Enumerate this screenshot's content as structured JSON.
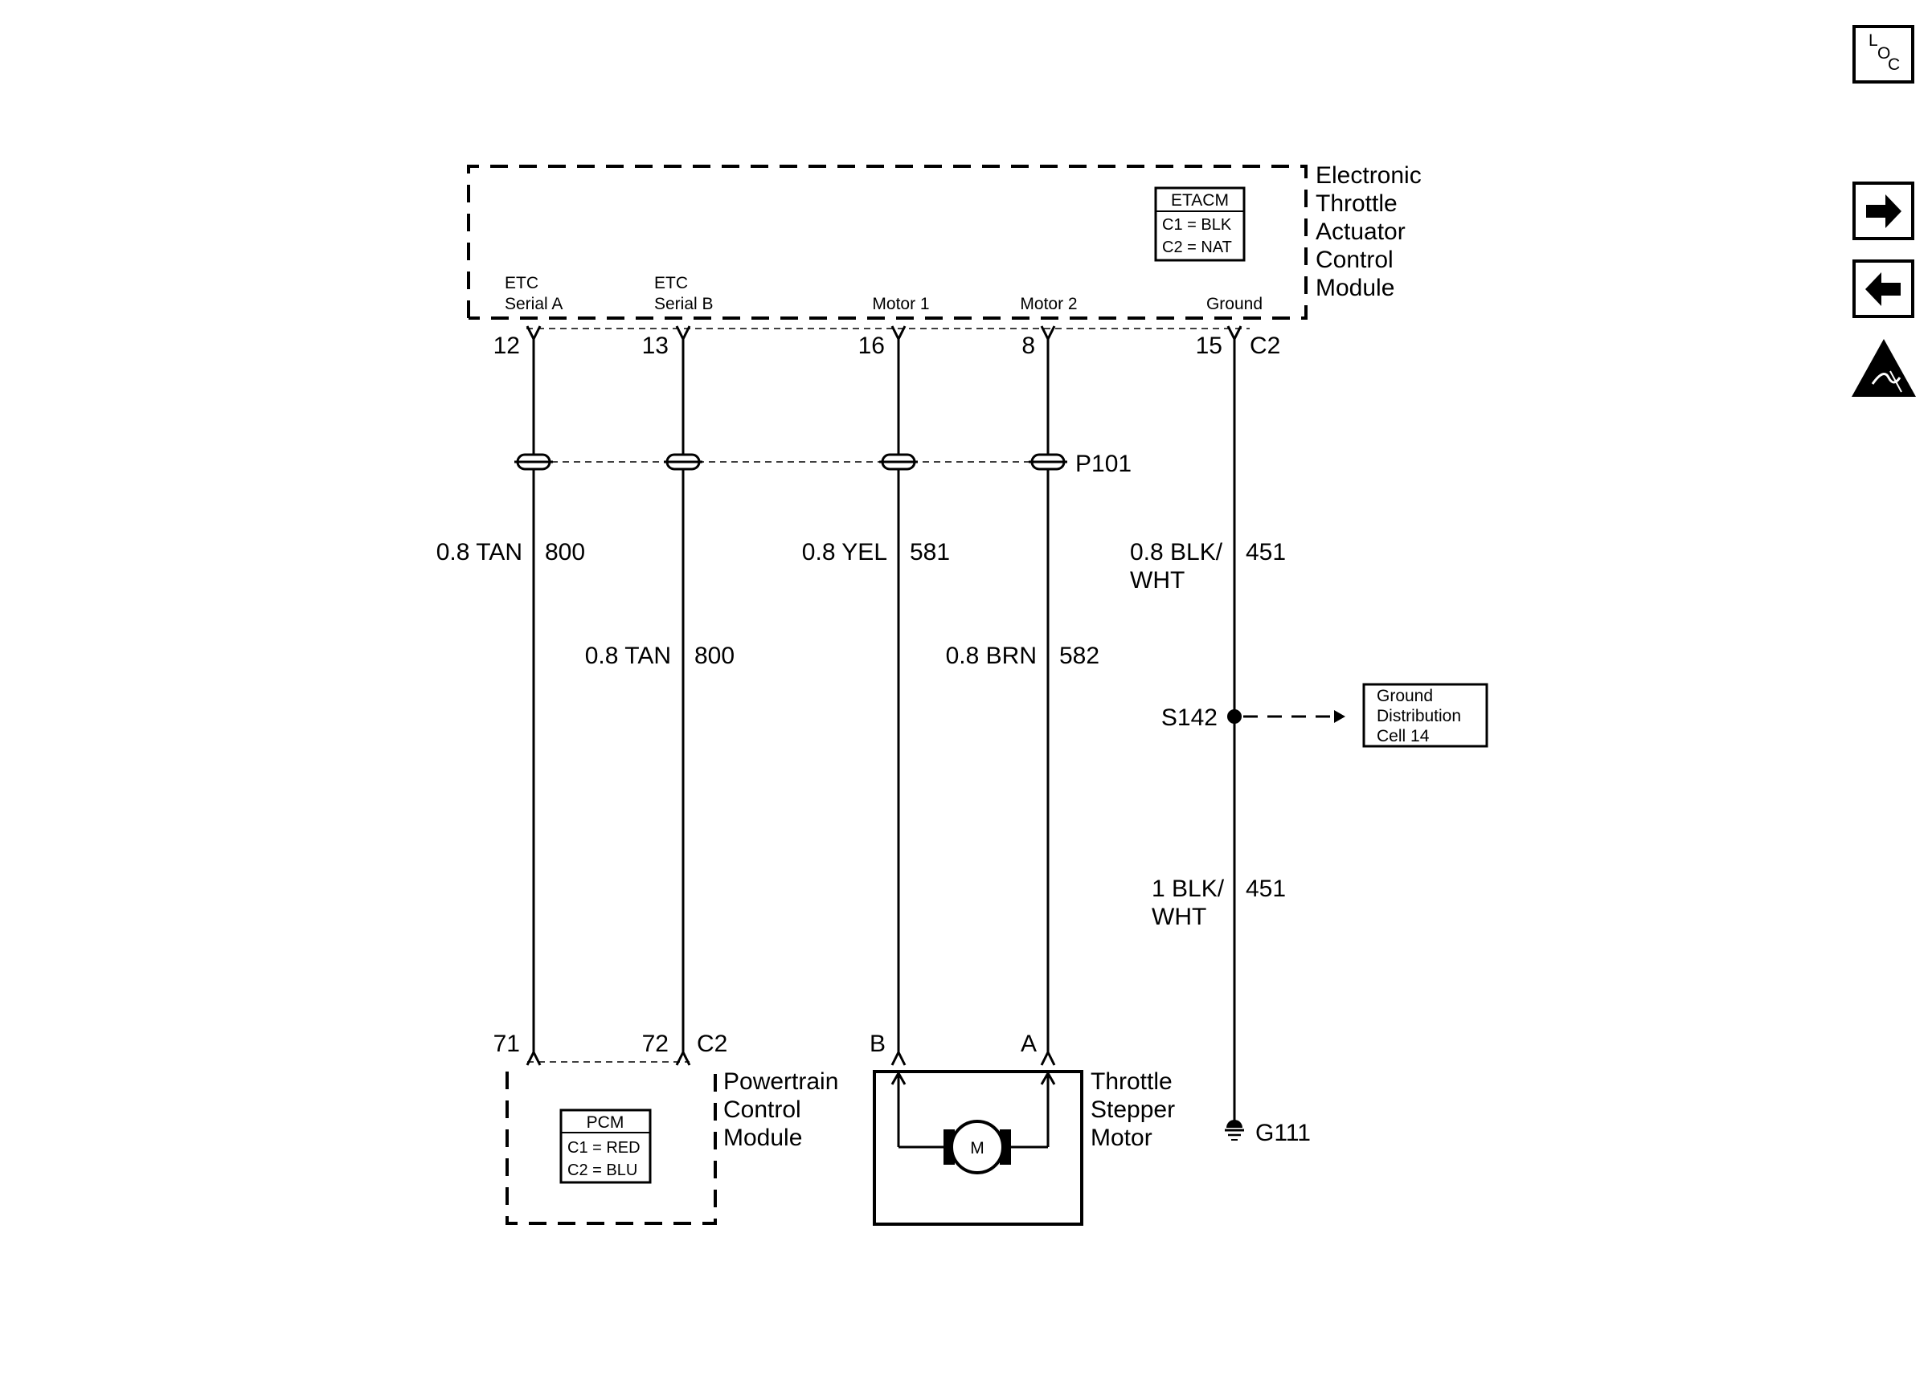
{
  "etacm": {
    "title_lines": [
      "Electronic",
      "Throttle",
      "Actuator",
      "Control",
      "Module"
    ],
    "id_box": [
      "ETACM",
      "C1 = BLK",
      "C2 = NAT"
    ],
    "pin_labels": {
      "serial_a": [
        "ETC",
        "Serial A"
      ],
      "serial_b": [
        "ETC",
        "Serial B"
      ],
      "motor1": "Motor 1",
      "motor2": "Motor 2",
      "ground": "Ground"
    },
    "pins": {
      "serial_a": "12",
      "serial_b": "13",
      "motor1": "16",
      "motor2": "8",
      "ground": "15"
    },
    "connector": "C2"
  },
  "inline_connector": "P101",
  "wires": {
    "serial_a": {
      "spec": "0.8 TAN",
      "circuit": "800"
    },
    "serial_b": {
      "spec": "0.8 TAN",
      "circuit": "800"
    },
    "motor1": {
      "spec": "0.8 YEL",
      "circuit": "581"
    },
    "motor2": {
      "spec": "0.8 BRN",
      "circuit": "582"
    },
    "ground_upper": {
      "spec_lines": [
        "0.8 BLK/",
        "WHT"
      ],
      "circuit": "451"
    },
    "ground_lower": {
      "spec_lines": [
        "1 BLK/",
        "WHT"
      ],
      "circuit": "451"
    }
  },
  "splice": "S142",
  "ground_dist_box": [
    "Ground",
    "Distribution",
    "Cell 14"
  ],
  "ground_point": "G111",
  "pcm": {
    "title_lines": [
      "Powertrain",
      "Control",
      "Module"
    ],
    "id_box": [
      "PCM",
      "C1 = RED",
      "C2 = BLU"
    ],
    "pins": {
      "serial_a": "71",
      "serial_b": "72"
    },
    "connector": "C2"
  },
  "stepper": {
    "title_lines": [
      "Throttle",
      "Stepper",
      "Motor"
    ],
    "pins": {
      "motor1": "B",
      "motor2": "A"
    },
    "motor_symbol": "M"
  },
  "sidebar": {
    "loc_letters": [
      "L",
      "O",
      "C"
    ],
    "icons": [
      "right-arrow-icon",
      "left-arrow-icon",
      "esd-warning-icon"
    ]
  }
}
